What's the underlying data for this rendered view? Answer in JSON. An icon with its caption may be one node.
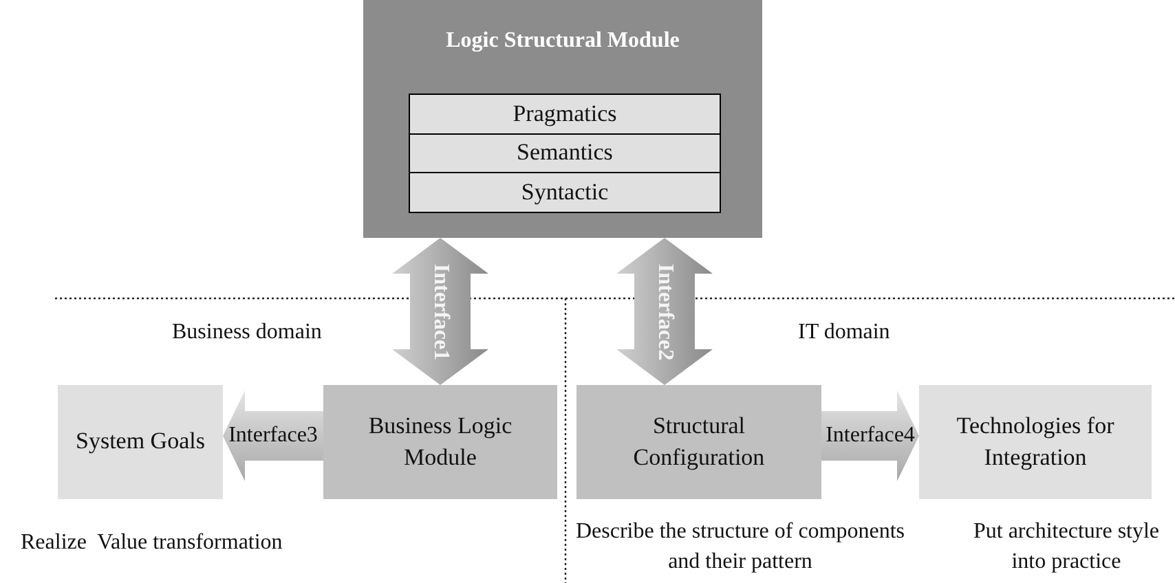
{
  "diagram": {
    "nodes": [
      {
        "text": [
          "Logic Structural Module"
        ]
      },
      {
        "text": [
          "Pragmatics"
        ],
        "in": 0
      },
      {
        "text": [
          "Semantics"
        ],
        "in": 0
      },
      {
        "text": [
          "Syntactic"
        ],
        "in": 0
      },
      {
        "text": [
          "System Goals"
        ]
      },
      {
        "text": [
          "Business Logic Module"
        ]
      },
      {
        "text": [
          "Structural Configuration"
        ]
      },
      {
        "text": [
          "Technologies for Integration"
        ]
      }
    ],
    "edges": [
      {
        "from": 0,
        "to": 5,
        "arrow": "both",
        "label": "Interface1"
      },
      {
        "from": 0,
        "to": 6,
        "arrow": "both",
        "label": "Interface2"
      },
      {
        "from": 5,
        "to": 4,
        "arrow": "to",
        "label": "Interface3"
      },
      {
        "from": 6,
        "to": 7,
        "arrow": "to",
        "label": "Interface4"
      }
    ],
    "labels": [
      "Business domain",
      "IT domain",
      "Realize  Value transformation",
      "Describe the structure of components and their pattern",
      "Put architecture style into practice"
    ]
  }
}
